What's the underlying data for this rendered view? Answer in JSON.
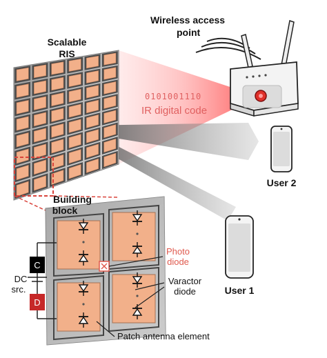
{
  "labels": {
    "ap_line1": "Wireless access",
    "ap_line2": "point",
    "ris_line1": "Scalable",
    "ris_line2": "RIS",
    "ir_bits": "0101001110",
    "ir_code": "IR digital code",
    "user2": "User 2",
    "user1": "User 1",
    "block_line1": "Building",
    "block_line2": "block",
    "photo_line1": "Photo",
    "photo_line2": "diode",
    "varactor_line1": "Varactor",
    "varactor_line2": "diode",
    "dc_line1": "DC",
    "dc_line2": "src.",
    "src_c": "C",
    "src_d": "D",
    "patch": "Patch antenna element"
  },
  "colors": {
    "ir_red": "#e0302a",
    "ir_text": "#e06060",
    "photo_text": "#e05a4e",
    "copper": "#f2b08a",
    "beam_gray": "#6e6e6e",
    "source_c": "#000000",
    "source_d": "#c62828"
  }
}
